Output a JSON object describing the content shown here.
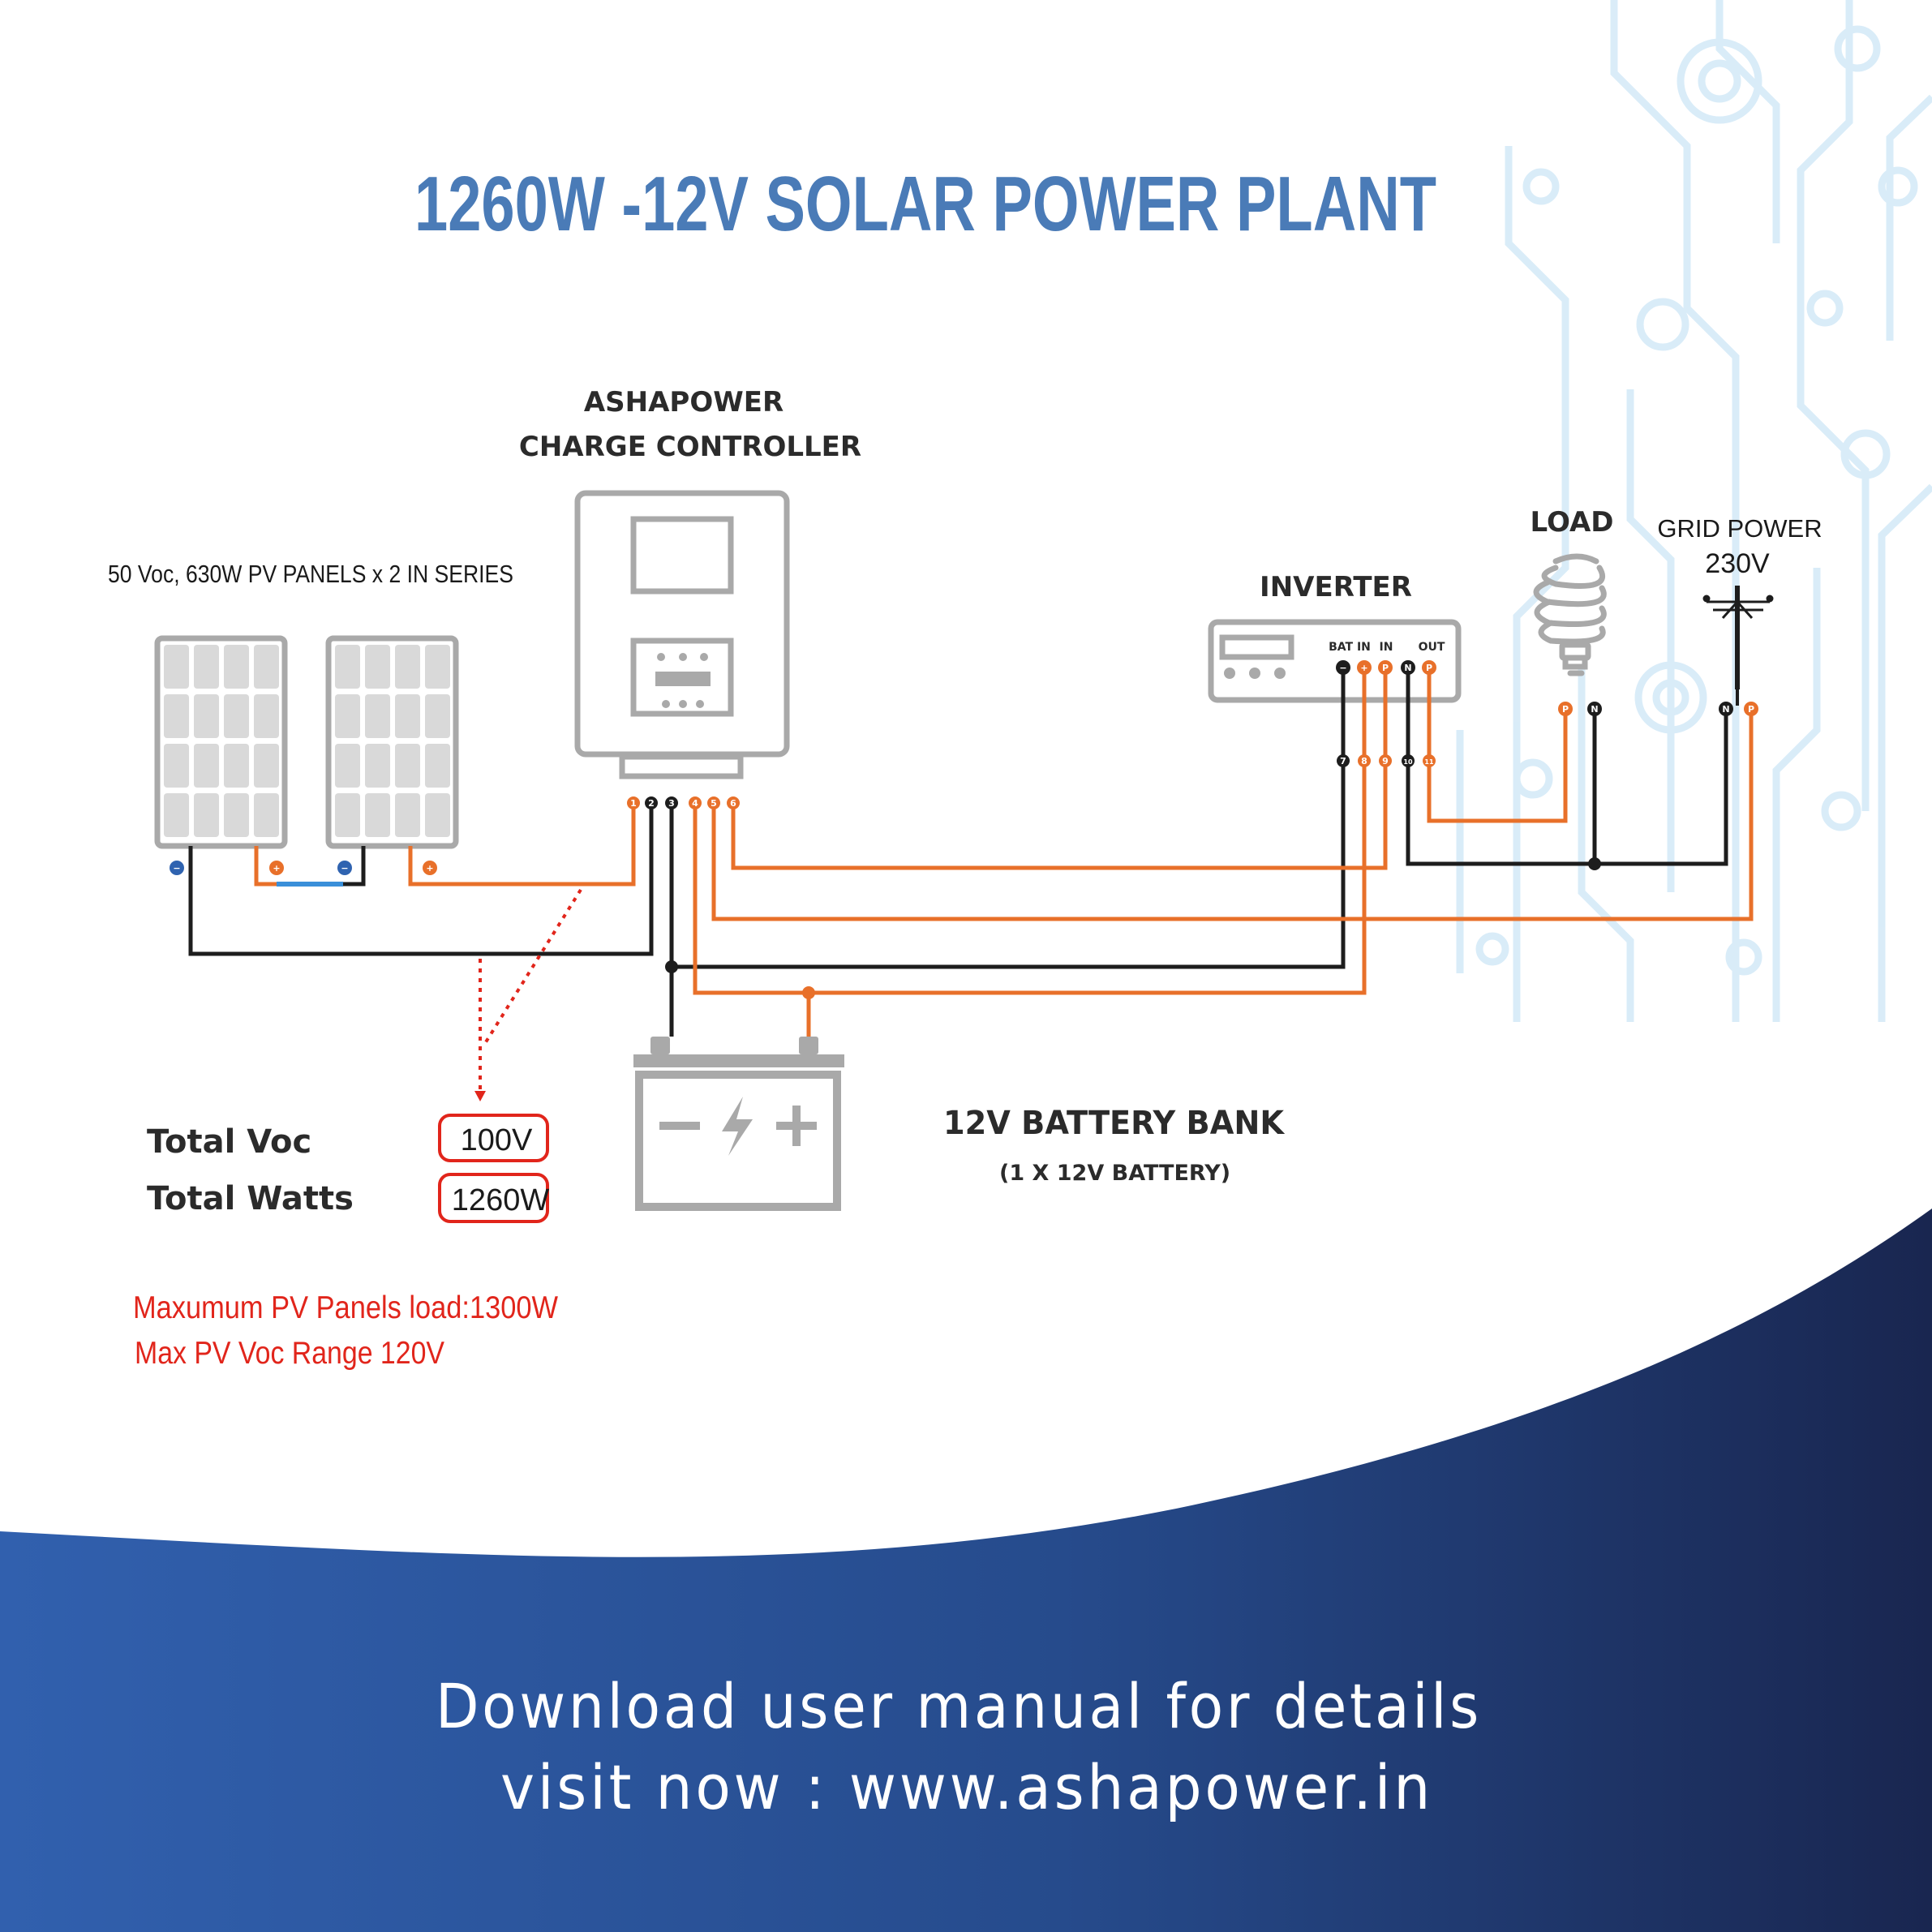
{
  "title": "1260W -12V SOLAR POWER PLANT",
  "controller": {
    "line1": "ASHAPOWER",
    "line2": "CHARGE CONTROLLER"
  },
  "panels_label": "50 Voc, 630W PV PANELS x 2 IN SERIES",
  "inverter": {
    "label": "INVERTER",
    "bat_in": "BAT IN",
    "in": "IN",
    "out": "OUT"
  },
  "load_label": "LOAD",
  "grid": {
    "line1": "GRID POWER",
    "line2": "230V"
  },
  "battery": {
    "label": "12V BATTERY BANK",
    "sub": "(1 X 12V  BATTERY)"
  },
  "totals": {
    "voc_label": "Total Voc",
    "voc_value": "100V",
    "watts_label": "Total Watts",
    "watts_value": "1260W"
  },
  "notes": {
    "line1": "Maxumum PV Panels load:1300W",
    "line2": "Max PV Voc Range 120V"
  },
  "footer": {
    "line1": "Download user manual for details",
    "line2": "visit now : www.ashapower.in"
  },
  "terminals": {
    "c1": "1",
    "c2": "2",
    "c3": "3",
    "c4": "4",
    "c5": "5",
    "c6": "6",
    "i7": "7",
    "i8": "8",
    "i9": "9",
    "i10": "10",
    "i11": "11",
    "minus": "−",
    "plus": "+",
    "P": "P",
    "N": "N"
  },
  "colors": {
    "title": "#4a7bb7",
    "orange_wire": "#e8702a",
    "black_wire": "#1d1d1d",
    "device": "#a9a9a9",
    "navy": "#1b2a52",
    "blue": "#2f63b0",
    "red": "#e1251b"
  }
}
